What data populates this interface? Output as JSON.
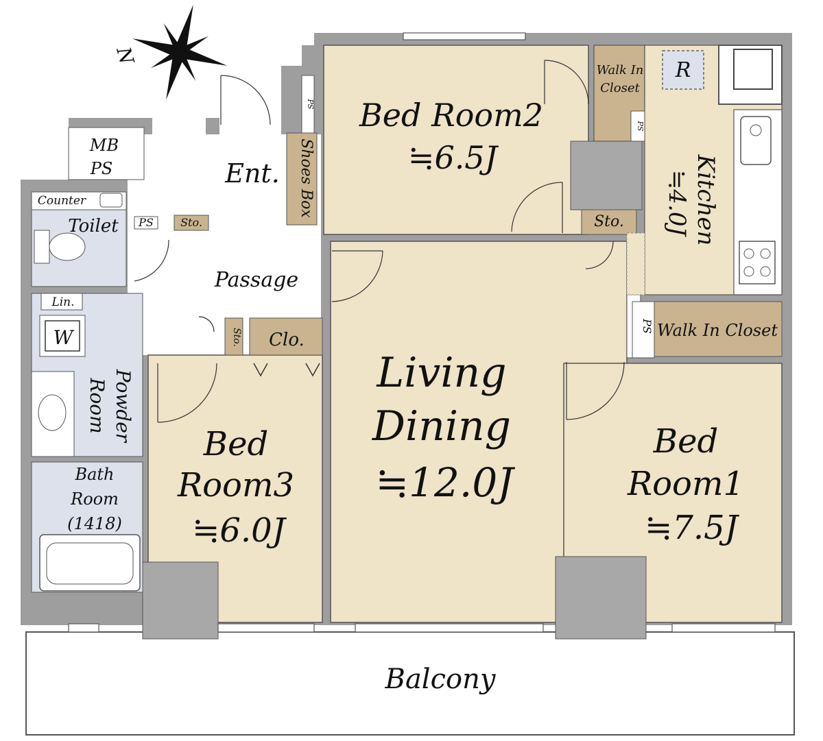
{
  "compass": {
    "north_label": "N"
  },
  "rooms": {
    "bedroom2": {
      "name": "Bed Room2",
      "size": "≒6.5J"
    },
    "bedroom3": {
      "name_line1": "Bed",
      "name_line2": "Room3",
      "size": "≒6.0J"
    },
    "bedroom1": {
      "name_line1": "Bed",
      "name_line2": "Room1",
      "size": "≒7.5J"
    },
    "living": {
      "name_line1": "Living",
      "name_line2": "Dining",
      "size": "≒12.0J"
    },
    "kitchen": {
      "name": "Kitchen",
      "size": "≒4.0J"
    },
    "entrance": {
      "name": "Ent."
    },
    "passage": {
      "name": "Passage"
    },
    "toilet": {
      "name": "Toilet"
    },
    "powder": {
      "name_line1": "Powder",
      "name_line2": "Room"
    },
    "bath": {
      "name_line1": "Bath",
      "name_line2": "Room",
      "name_line3": "(1418)"
    },
    "balcony": {
      "name": "Balcony"
    }
  },
  "fixtures": {
    "mb_ps_line1": "MB",
    "mb_ps_line2": "PS",
    "counter": "Counter",
    "ps": "PS",
    "sto": "Sto.",
    "shoes_box": "Shoes Box",
    "clo": "Clo.",
    "lin": "Lin.",
    "washer": "W",
    "fridge": "R",
    "walk_in_closet": "Walk In Closet",
    "walk_in_line1": "Walk In",
    "walk_in_line2": "Closet"
  },
  "colors": {
    "wall": "#9e9e9e",
    "room_beige": "#efe3c8",
    "storage_brown": "#c9b48f",
    "wet_blue": "#dde1ec",
    "column_gray": "#a8a8a8"
  }
}
